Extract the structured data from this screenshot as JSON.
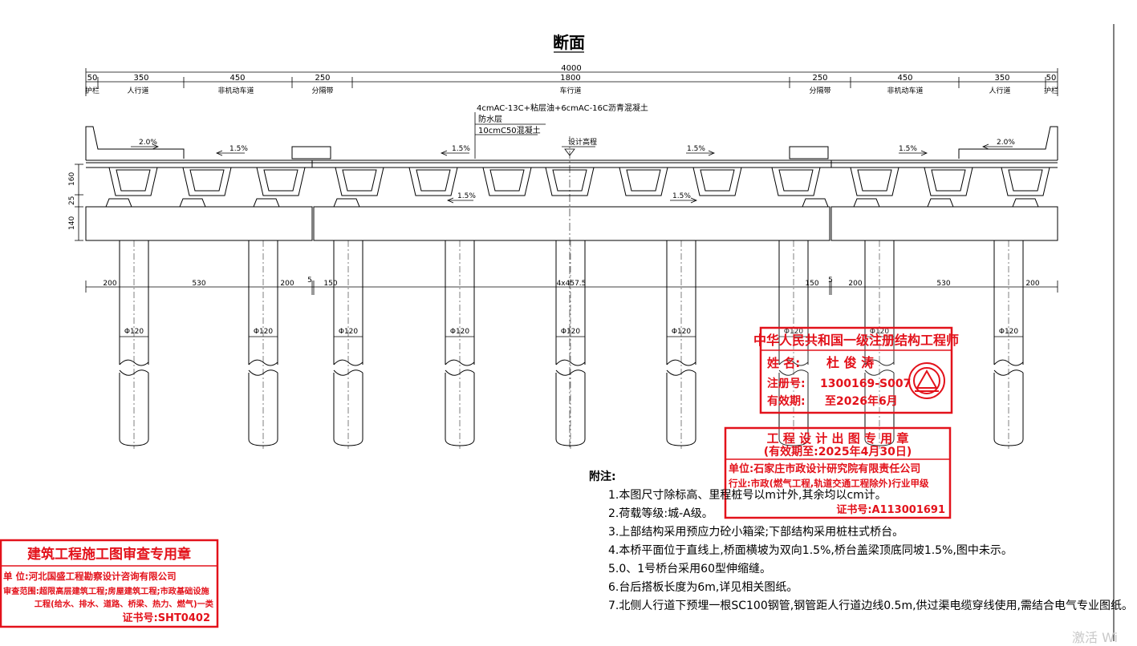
{
  "title": "断面",
  "dims_top": {
    "total": "4000",
    "segments": [
      "50",
      "350",
      "450",
      "250",
      "1800",
      "250",
      "450",
      "350",
      "50"
    ],
    "zones": [
      "护栏",
      "人行道",
      "非机动车道",
      "分隔带",
      "车行道",
      "分隔带",
      "非机动车道",
      "人行道",
      "护栏"
    ]
  },
  "layers": {
    "line1": "4cmAC-13C+粘层油+6cmAC-16C沥青混凝土",
    "line2": "防水层",
    "line3": "10cmC50混凝土"
  },
  "design_elev": "设计高程",
  "slopes": {
    "s_left_walk": "2.0%",
    "s_left_bike": "1.5%",
    "s_left_road": "1.5%",
    "s_right_road": "1.5%",
    "s_right_bike": "1.5%",
    "s_right_walk": "2.0%",
    "s_cap_left": "1.5%",
    "s_cap_right": "1.5%"
  },
  "dims_left": [
    "160",
    "25",
    "140"
  ],
  "dims_bottom": [
    "200",
    "530",
    "200",
    "5",
    "150",
    "4x457.5",
    "150",
    "5",
    "200",
    "530",
    "200"
  ],
  "pile_label": "Φ120",
  "stamp_engineer": {
    "header": "中华人民共和国一级注册结构工程师",
    "name_label": "姓  名:",
    "name_value": "杜 俊 涛",
    "reg_label": "注册号:",
    "reg_value": "1300169-S007",
    "valid_label": "有效期:",
    "valid_value": "至2026年6月"
  },
  "stamp_design": {
    "header": "工 程 设 计 出 图 专 用 章",
    "expiry": "(有效期至:2025年4月30日)",
    "unit": "单位:石家庄市政设计研究院有限责任公司",
    "industry": "行业:市政(燃气工程,轨道交通工程除外)行业甲级",
    "cert": "证书号:A113001691"
  },
  "stamp_review": {
    "header": "建筑工程施工图审查专用章",
    "unit": "单    位:河北国盛工程勘察设计咨询有限公司",
    "scope1": "审查范围:超限高层建筑工程;房屋建筑工程;市政基础设施",
    "scope2": "工程(给水、排水、道路、桥梁、热力、燃气)一类",
    "cert": "证书号:SHT0402"
  },
  "notes": {
    "title": "附注:",
    "items": [
      "1.本图尺寸除标高、里程桩号以m计外,其余均以cm计。",
      "2.荷载等级:城-A级。",
      "3.上部结构采用预应力砼小箱梁;下部结构采用桩柱式桥台。",
      "4.本桥平面位于直线上,桥面横坡为双向1.5%,桥台盖梁顶底同坡1.5%,图中未示。",
      "5.0、1号桥台采用60型伸缩缝。",
      "6.台后搭板长度为6m,详见相关图纸。",
      "7.北侧人行道下预埋一根SC100钢管,钢管距人行道边线0.5m,供过渠电缆穿线使用,需结合电气专业图纸。"
    ]
  },
  "watermark": "激活 Wi",
  "colors": {
    "stamp": "#e3121b",
    "line": "#000000"
  }
}
